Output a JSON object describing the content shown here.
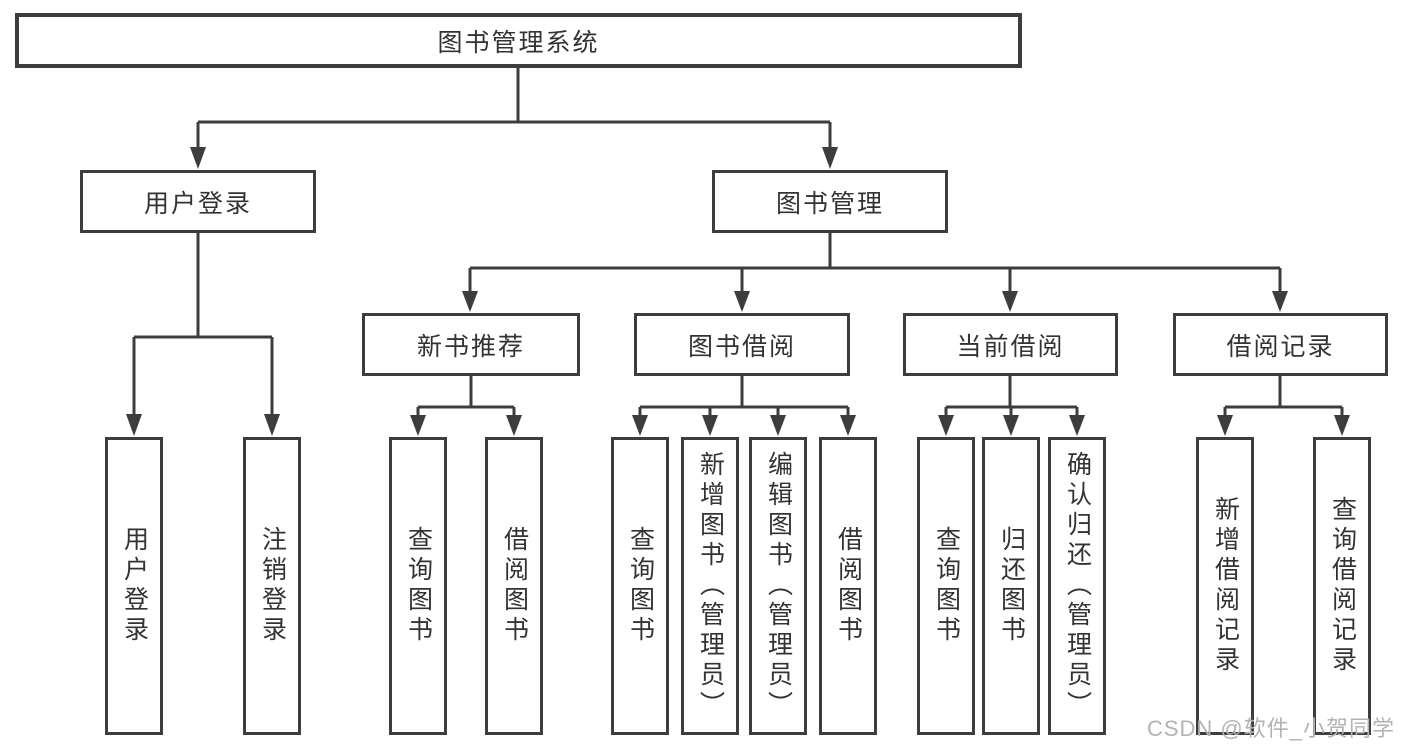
{
  "diagram": {
    "type": "hierarchy-tree",
    "root": {
      "label": "图书管理系统"
    },
    "branches": [
      {
        "label": "用户登录",
        "children": [
          "用户登录",
          "注销登录"
        ]
      },
      {
        "label": "图书管理",
        "children": [
          {
            "label": "新书推荐",
            "children": [
              "查询图书",
              "借阅图书"
            ]
          },
          {
            "label": "图书借阅",
            "children": [
              "查询图书",
              "新增图书（管理员）",
              "编辑图书（管理员）",
              "借阅图书"
            ]
          },
          {
            "label": "当前借阅",
            "children": [
              "查询图书",
              "归还图书",
              "确认归还（管理员）"
            ]
          },
          {
            "label": "借阅记录",
            "children": [
              "新增借阅记录",
              "查询借阅记录"
            ]
          }
        ]
      }
    ],
    "watermark": "CSDN @软件_小贺同学",
    "colors": {
      "line": "#3d3d3d",
      "box_border": "#3d3d3d",
      "text": "#333333",
      "watermark": "#b3b3b3",
      "background": "#ffffff"
    }
  }
}
